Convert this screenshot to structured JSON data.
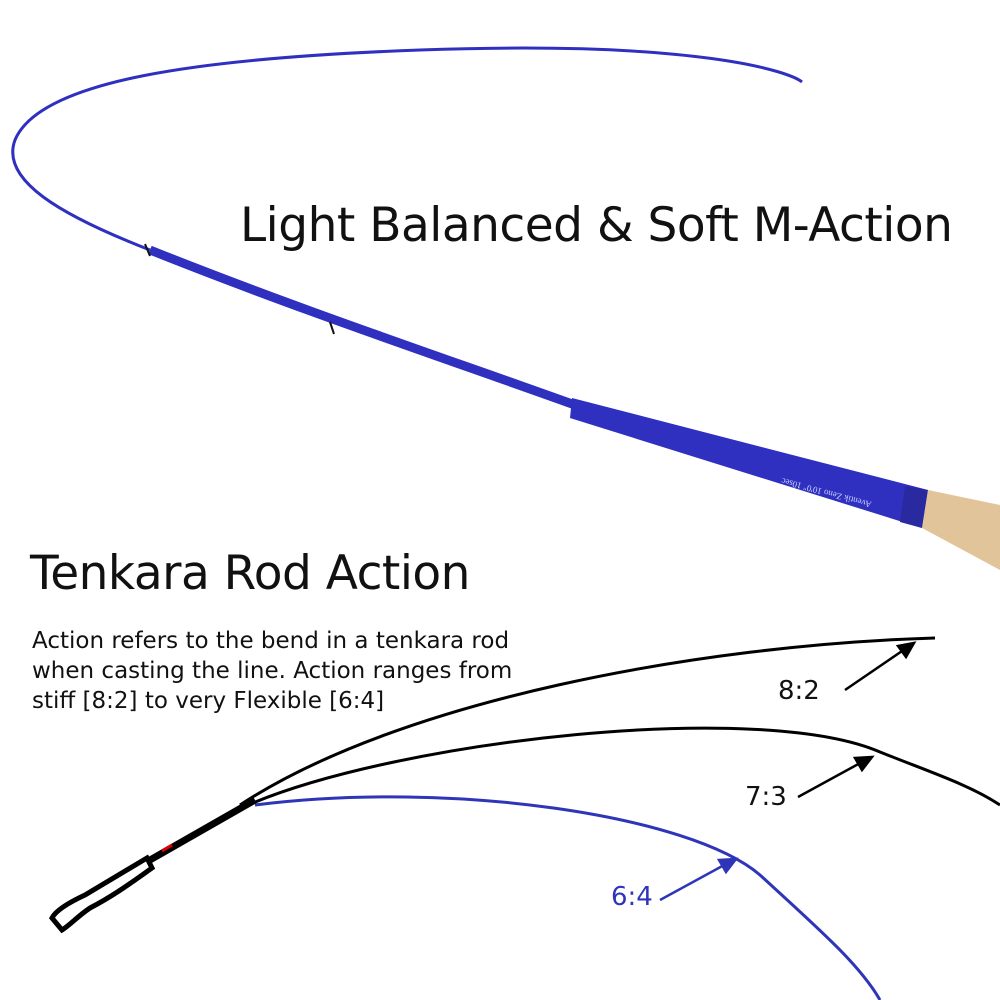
{
  "headline": "Light Balanced & Soft M-Action",
  "rod_imprint": "Aventik Zeno  10'0\"  10sec",
  "section_title": "Tenkara Rod Action",
  "description": "Action refers to the bend in a tenkara rod when casting the line. Action ranges from stiff [8:2] to very Flexible [6:4]",
  "action_labels": [
    "8:2",
    "7:3",
    "6:4"
  ],
  "colors": {
    "rod_blue": "#2f2fc0",
    "cork": "#e2c49a",
    "curve_black": "#000000",
    "flexible_blue": "#2f35b8"
  }
}
